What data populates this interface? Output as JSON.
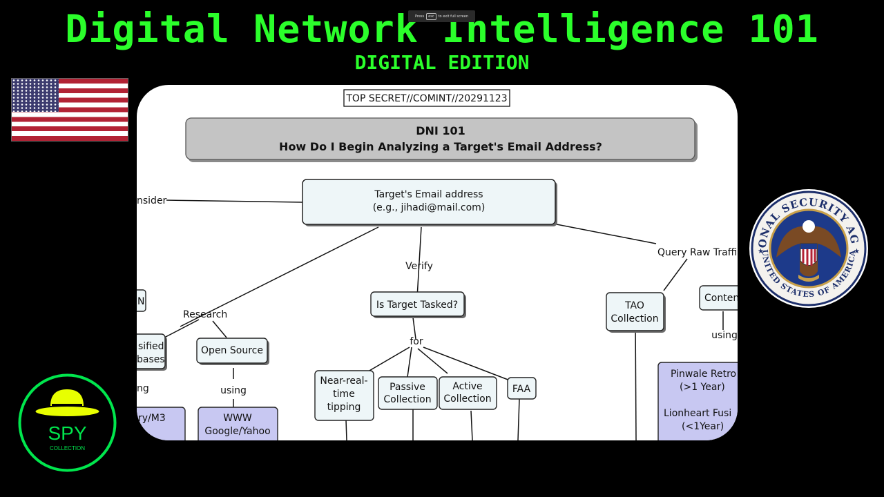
{
  "header": {
    "title": "Digital Network Intelligence 101",
    "subtitle": "DIGITAL EDITION"
  },
  "fullscreen_notice": {
    "press": "Press",
    "key": "esc",
    "rest": "to exit full screen"
  },
  "diagram": {
    "classification": "TOP SECRET//COMINT//20291123",
    "heading_line1": "DNI 101",
    "heading_line2": "How Do I Begin Analyzing a Target's Email Address?",
    "root_line1": "Target's Email address",
    "root_line2": "(e.g., jihadi@mail.com)",
    "consider": "nsider",
    "verify": "Verify",
    "query_raw": "Query Raw Traffic",
    "research": "Research",
    "left_partial": "N",
    "is_target_tasked": "Is Target Tasked?",
    "tao_line1": "TAO",
    "tao_line2": "Collection",
    "content": "Conten",
    "classified_line1": "sified",
    "classified_line2": "bases",
    "open_source": "Open Source",
    "for": "for",
    "using_left": "ng",
    "using_mid": "using",
    "using_right": "using",
    "near_real_line1": "Near-real-",
    "near_real_line2": "time",
    "near_real_line3": "tipping",
    "passive_line1": "Passive",
    "passive_line2": "Collection",
    "active_line1": "Active",
    "active_line2": "Collection",
    "faa": "FAA",
    "pinwale_line1": "Pinwale Retro",
    "pinwale_line2": "(>1 Year)",
    "lionheart_line1": "Lionheart Fusi",
    "lionheart_line2": "(<1Year)",
    "mary_m3": "ry/M3",
    "www": "WWW",
    "google_yahoo": "Google/Yahoo"
  },
  "seal": {
    "top_text": "NATIONAL SECURITY AGENCY",
    "bottom_text": "UNITED STATES OF AMERICA"
  },
  "spy_logo": {
    "main": "SPY",
    "sub": "COLLECTION"
  },
  "colors": {
    "title_green": "#2bff2b",
    "node_fill": "#eef6f8",
    "header_fill": "#c4c4c4",
    "lavender_fill": "#c8c8f2",
    "logo_green": "#00e64d"
  }
}
